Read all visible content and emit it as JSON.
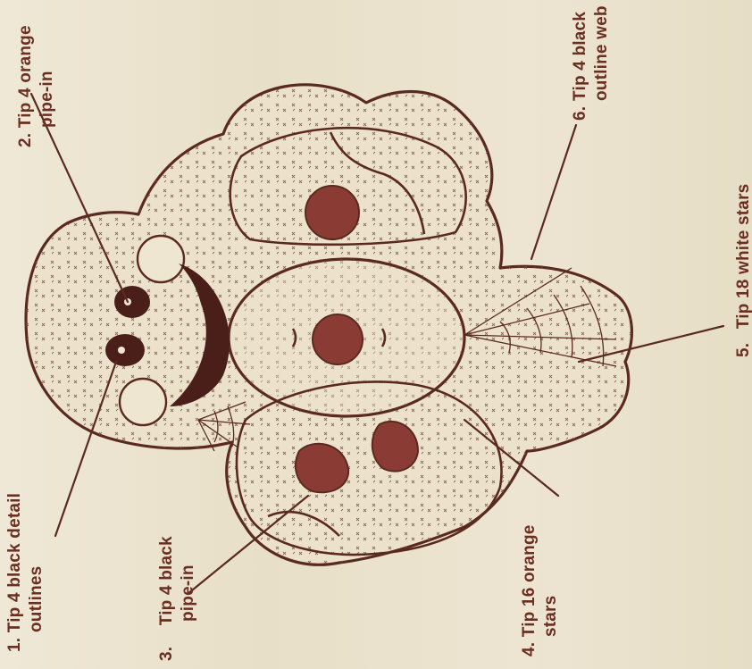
{
  "labels": [
    {
      "number": "1.",
      "text_line1": "Tip 4 black detail",
      "text_line2": "outlines"
    },
    {
      "number": "2.",
      "text_line1": "Tip 4 orange",
      "text_line2": "pipe-in"
    },
    {
      "number": "3.",
      "text_line1": "Tip 4 black",
      "text_line2": "pipe-in"
    },
    {
      "number": "4.",
      "text_line1": "Tip 16 orange",
      "text_line2": "stars"
    },
    {
      "number": "5.",
      "text_line1": "Tip 18 white stars",
      "text_line2": ""
    },
    {
      "number": "6.",
      "text_line1": "Tip 4 black",
      "text_line2": "outline web"
    }
  ],
  "colors": {
    "ink": "#5a2a20",
    "fill_dark": "#8a3c34",
    "paper": "#ece4d0"
  }
}
